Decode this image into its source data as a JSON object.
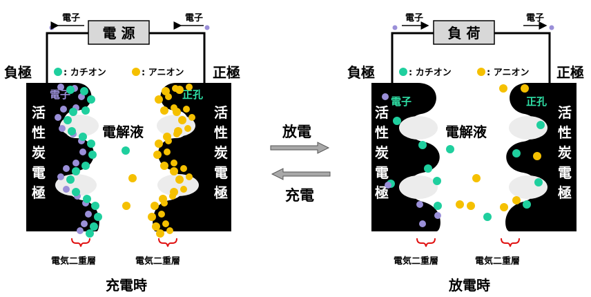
{
  "charging": {
    "source_label": "電 源",
    "electron_left": "電子",
    "electron_right": "電子",
    "negative_electrode": "負極",
    "positive_electrode": "正極",
    "legend_cation": "●: カチオン",
    "legend_anion": "●: アニオン",
    "electrode_material": [
      "活",
      "性",
      "炭",
      "電",
      "極"
    ],
    "electron_in_electrode": "電子",
    "hole_in_electrode": "正孔",
    "electrolyte": "電解液",
    "edl_left": "電気二重層",
    "edl_right": "電気二重層",
    "caption": "充電時"
  },
  "discharging": {
    "load_label": "負 荷",
    "electron_left": "電子",
    "electron_right": "電子",
    "negative_electrode": "負極",
    "positive_electrode": "正極",
    "legend_cation": "●: カチオン",
    "legend_anion": "●: アニオン",
    "electrode_material": [
      "活",
      "性",
      "炭",
      "電",
      "極"
    ],
    "electron_in_electrode": "電子",
    "hole_in_electrode": "正孔",
    "electrolyte": "電解液",
    "edl_left": "電気二重層",
    "edl_right": "電気二重層",
    "caption": "放電時"
  },
  "arrows": {
    "discharge": "放電",
    "charge": "充電"
  },
  "colors": {
    "cation": "#1fcf9e",
    "anion": "#f5c000",
    "electron": "#9a8fd8",
    "hole_text": "#2fe0a6",
    "brace": "#e01010",
    "electrode": "#000000",
    "box_fill": "#d8d8d8",
    "arrow_fill": "#a8a8a8"
  }
}
